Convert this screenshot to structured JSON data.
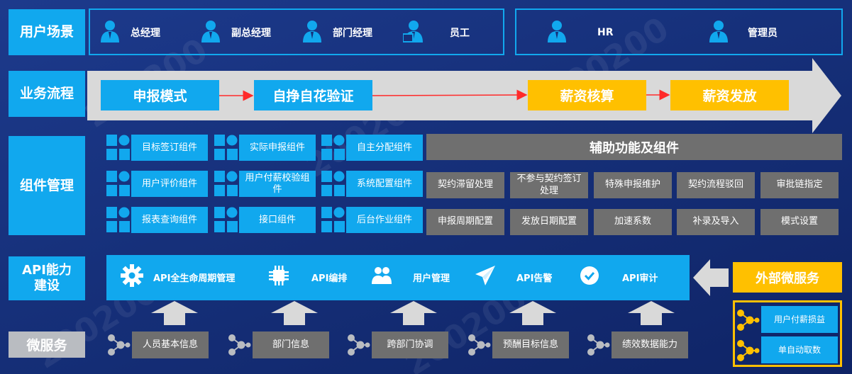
{
  "watermark": "200200",
  "rows": {
    "user_scene": "用户场景",
    "business_flow": "业务流程",
    "component_mgmt": "组件管理",
    "api_build": "API能力建设",
    "microservice": "微服务"
  },
  "users_left": [
    "总经理",
    "副总经理",
    "部门经理",
    "员工"
  ],
  "users_right": [
    "HR",
    "管理员"
  ],
  "flow_steps": [
    "申报模式",
    "自挣自花验证",
    "薪资核算",
    "薪资发放"
  ],
  "components": [
    "目标签订组件",
    "实际申报组件",
    "自主分配组件",
    "用户评价组件",
    "用户付薪校验组件",
    "系统配置组件",
    "报表查询组件",
    "接口组件",
    "后台作业组件"
  ],
  "aux": {
    "title": "辅助功能及组件",
    "items": [
      "契约滞留处理",
      "不参与契约签订处理",
      "特殊申报维护",
      "契约流程驳回",
      "审批链指定",
      "申报周期配置",
      "发放日期配置",
      "加速系数",
      "补录及导入",
      "模式设置"
    ]
  },
  "api_items": [
    "API全生命周期管理",
    "API编排",
    "用户管理",
    "API告警",
    "API审计"
  ],
  "microservices": [
    "人员基本信息",
    "部门信息",
    "跨部门协调",
    "预酬目标信息",
    "绩效数据能力"
  ],
  "external": {
    "title": "外部微服务",
    "items": [
      "用户付薪损益",
      "单自动取数"
    ]
  },
  "colors": {
    "accent": "#11a8ee",
    "highlight": "#ffc000",
    "grey_box": "#6f6f6f",
    "arrow": "#d9d9d9"
  }
}
